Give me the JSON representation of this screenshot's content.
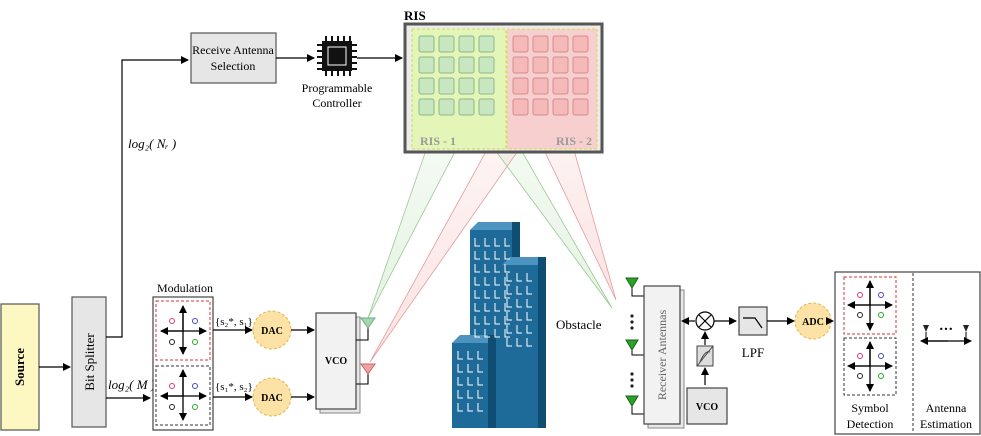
{
  "source": {
    "label": "Source"
  },
  "bit_splitter": {
    "label": "Bit Splitter"
  },
  "upper_branch": {
    "bits_label": "log₂( Nᵣ )"
  },
  "lower_branch": {
    "bits_label": "log₂( M )"
  },
  "receive_antenna_selection": {
    "line1": "Receive Antenna",
    "line2": "Selection"
  },
  "controller": {
    "line1": "Programmable",
    "line2": "Controller"
  },
  "ris": {
    "title": "RIS",
    "part1": "RIS - 1",
    "part2": "RIS - 2"
  },
  "modulation": {
    "label": "Modulation"
  },
  "symbols": {
    "upper": "{s₂*, s₁}",
    "lower": "{s₁*, s₂}"
  },
  "dac": {
    "label": "DAC"
  },
  "vco_tx": {
    "label": "VCO"
  },
  "obstacle": {
    "label": "Obstacle"
  },
  "receiver_antennas": {
    "label": "Receiver Antennas"
  },
  "vco_rx": {
    "label": "VCO"
  },
  "lpf": {
    "label": "LPF"
  },
  "adc": {
    "label": "ADC"
  },
  "detection": {
    "symbol_line1": "Symbol",
    "symbol_line2": "Detection",
    "antenna_line1": "Antenna",
    "antenna_line2": "Estimation",
    "dots": "•••"
  },
  "colors": {
    "green_beam": "#a8d8a0",
    "red_beam": "#f2a0a0",
    "ris1_fill": "#e4f5b8",
    "ris2_fill": "#f8cfcf",
    "building": "#1e6b99",
    "yellow": "#fdf7c2"
  }
}
